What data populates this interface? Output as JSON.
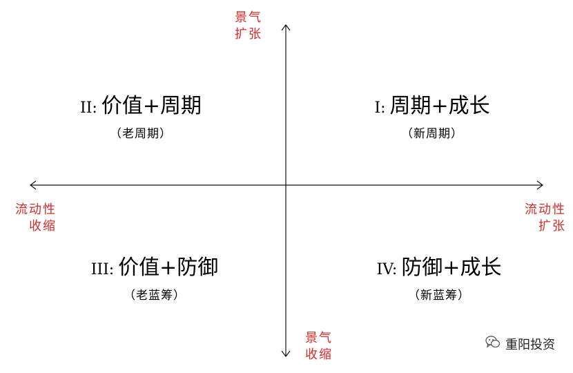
{
  "axes": {
    "top_label": [
      "景气",
      "扩张"
    ],
    "bottom_label": [
      "景气",
      "收缩"
    ],
    "left_label": [
      "流动性",
      "收缩"
    ],
    "right_label": [
      "流动性",
      "扩张"
    ]
  },
  "quadrants": {
    "q1": {
      "num": "I:",
      "title": "周期+成长",
      "sub": "（新周期）"
    },
    "q2": {
      "num": "II:",
      "title": "价值+周期",
      "sub": "（老周期）"
    },
    "q3": {
      "num": "III:",
      "title": "价值+防御",
      "sub": "（老蓝筹）"
    },
    "q4": {
      "num": "IV:",
      "title": "防御+成长",
      "sub": "（新蓝筹）"
    }
  },
  "watermark": {
    "icon": "wechat-icon",
    "text": "重阳投资"
  },
  "colors": {
    "label_red": "#d42b2b"
  }
}
